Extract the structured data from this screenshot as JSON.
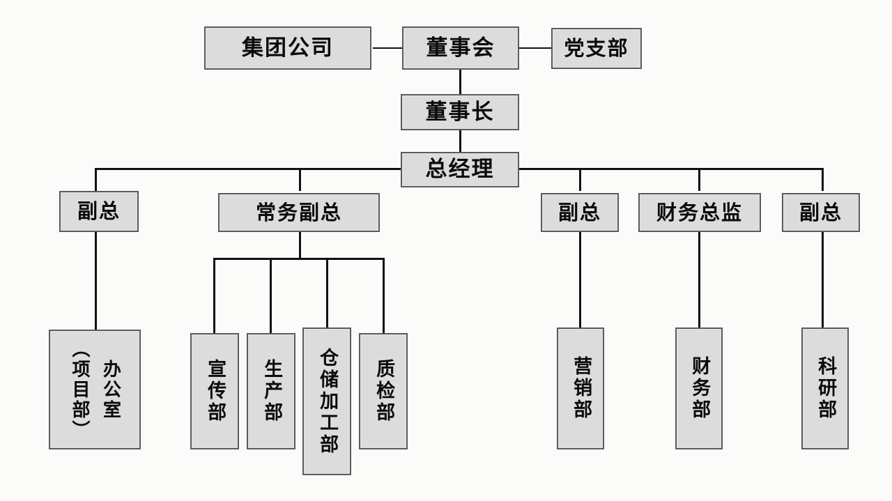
{
  "chart_data": {
    "type": "diagram",
    "title": "",
    "subtype": "organization-chart",
    "orientation": "top-down",
    "language": "zh-CN",
    "colors": {
      "node_fill": "#dcdcdc",
      "node_border": "#5a5a5a",
      "connector": "#111111",
      "background": "#fbfbfa",
      "text": "#0b0b0b"
    },
    "nodes": [
      {
        "id": "group",
        "label": "集团公司",
        "level": 0,
        "orientation": "horizontal"
      },
      {
        "id": "board",
        "label": "董事会",
        "level": 0,
        "orientation": "horizontal"
      },
      {
        "id": "party",
        "label": "党支部",
        "level": 0,
        "orientation": "horizontal"
      },
      {
        "id": "chairman",
        "label": "董事长",
        "level": 1,
        "orientation": "horizontal"
      },
      {
        "id": "gm",
        "label": "总经理",
        "level": 2,
        "orientation": "horizontal"
      },
      {
        "id": "vp1",
        "label": "副总",
        "level": 3,
        "orientation": "horizontal"
      },
      {
        "id": "exec_vp",
        "label": "常务副总",
        "level": 3,
        "orientation": "horizontal"
      },
      {
        "id": "vp2",
        "label": "副总",
        "level": 3,
        "orientation": "horizontal"
      },
      {
        "id": "cfo",
        "label": "财务总监",
        "level": 3,
        "orientation": "horizontal"
      },
      {
        "id": "vp3",
        "label": "副总",
        "level": 3,
        "orientation": "horizontal"
      },
      {
        "id": "office",
        "label": "办公室（项目部）",
        "label_col1": "办公室",
        "label_col2": "（项目部）",
        "level": 4,
        "orientation": "vertical"
      },
      {
        "id": "publicity",
        "label": "宣传部",
        "level": 4,
        "orientation": "vertical"
      },
      {
        "id": "production",
        "label": "生产部",
        "level": 4,
        "orientation": "vertical"
      },
      {
        "id": "warehouse",
        "label": "仓储加工部",
        "level": 4,
        "orientation": "vertical"
      },
      {
        "id": "quality",
        "label": "质检部",
        "level": 4,
        "orientation": "vertical"
      },
      {
        "id": "marketing",
        "label": "营销部",
        "level": 4,
        "orientation": "vertical"
      },
      {
        "id": "finance",
        "label": "财务部",
        "level": 4,
        "orientation": "vertical"
      },
      {
        "id": "research",
        "label": "科研部",
        "level": 4,
        "orientation": "vertical"
      }
    ],
    "edges": [
      {
        "from": "group",
        "to": "board",
        "style": "horizontal-link"
      },
      {
        "from": "board",
        "to": "party",
        "style": "horizontal-link"
      },
      {
        "from": "board",
        "to": "chairman",
        "style": "vertical-link"
      },
      {
        "from": "chairman",
        "to": "gm",
        "style": "vertical-link"
      },
      {
        "from": "gm",
        "to": "vp1",
        "style": "bus-left"
      },
      {
        "from": "gm",
        "to": "exec_vp",
        "style": "bus-left"
      },
      {
        "from": "gm",
        "to": "vp2",
        "style": "bus-right"
      },
      {
        "from": "gm",
        "to": "cfo",
        "style": "bus-right"
      },
      {
        "from": "gm",
        "to": "vp3",
        "style": "bus-right"
      },
      {
        "from": "vp1",
        "to": "office",
        "style": "vertical-link"
      },
      {
        "from": "exec_vp",
        "to": "publicity",
        "style": "bus-down"
      },
      {
        "from": "exec_vp",
        "to": "production",
        "style": "bus-down"
      },
      {
        "from": "exec_vp",
        "to": "warehouse",
        "style": "bus-down"
      },
      {
        "from": "exec_vp",
        "to": "quality",
        "style": "bus-down"
      },
      {
        "from": "vp2",
        "to": "marketing",
        "style": "vertical-link"
      },
      {
        "from": "cfo",
        "to": "finance",
        "style": "vertical-link"
      },
      {
        "from": "vp3",
        "to": "research",
        "style": "vertical-link"
      }
    ]
  },
  "nodes": {
    "group": "集团公司",
    "board": "董事会",
    "party": "党支部",
    "chairman": "董事长",
    "gm": "总经理",
    "vp1": "副总",
    "exec_vp": "常务副总",
    "vp2": "副总",
    "cfo": "财务总监",
    "vp3": "副总",
    "office_col1": "办公室",
    "office_col2": "（项目部）",
    "publicity": "宣传部",
    "production": "生产部",
    "warehouse": "仓储加工部",
    "quality": "质检部",
    "marketing": "营销部",
    "finance": "财务部",
    "research": "科研部"
  }
}
